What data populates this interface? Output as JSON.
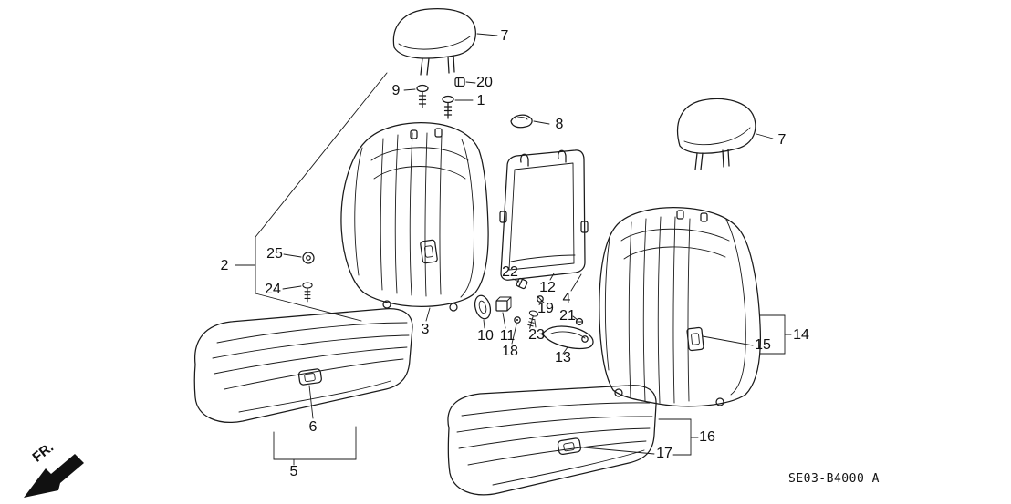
{
  "diagram": {
    "part_code": "SE03-B4000 A",
    "direction_label": "FR.",
    "line_color": "#1a1a1a",
    "background_color": "#ffffff",
    "description": "Exploded parts diagram of front seats: seat backs, cushions, headrests, back frame and fasteners"
  },
  "callouts": {
    "c1": "1",
    "c2": "2",
    "c3": "3",
    "c4": "4",
    "c5": "5",
    "c6": "6",
    "c7a": "7",
    "c7b": "7",
    "c8": "8",
    "c9": "9",
    "c10": "10",
    "c11": "11",
    "c12": "12",
    "c13": "13",
    "c14": "14",
    "c15": "15",
    "c16": "16",
    "c17": "17",
    "c18": "18",
    "c19": "19",
    "c20": "20",
    "c21": "21",
    "c22": "22",
    "c23": "23",
    "c24": "24",
    "c25": "25"
  }
}
